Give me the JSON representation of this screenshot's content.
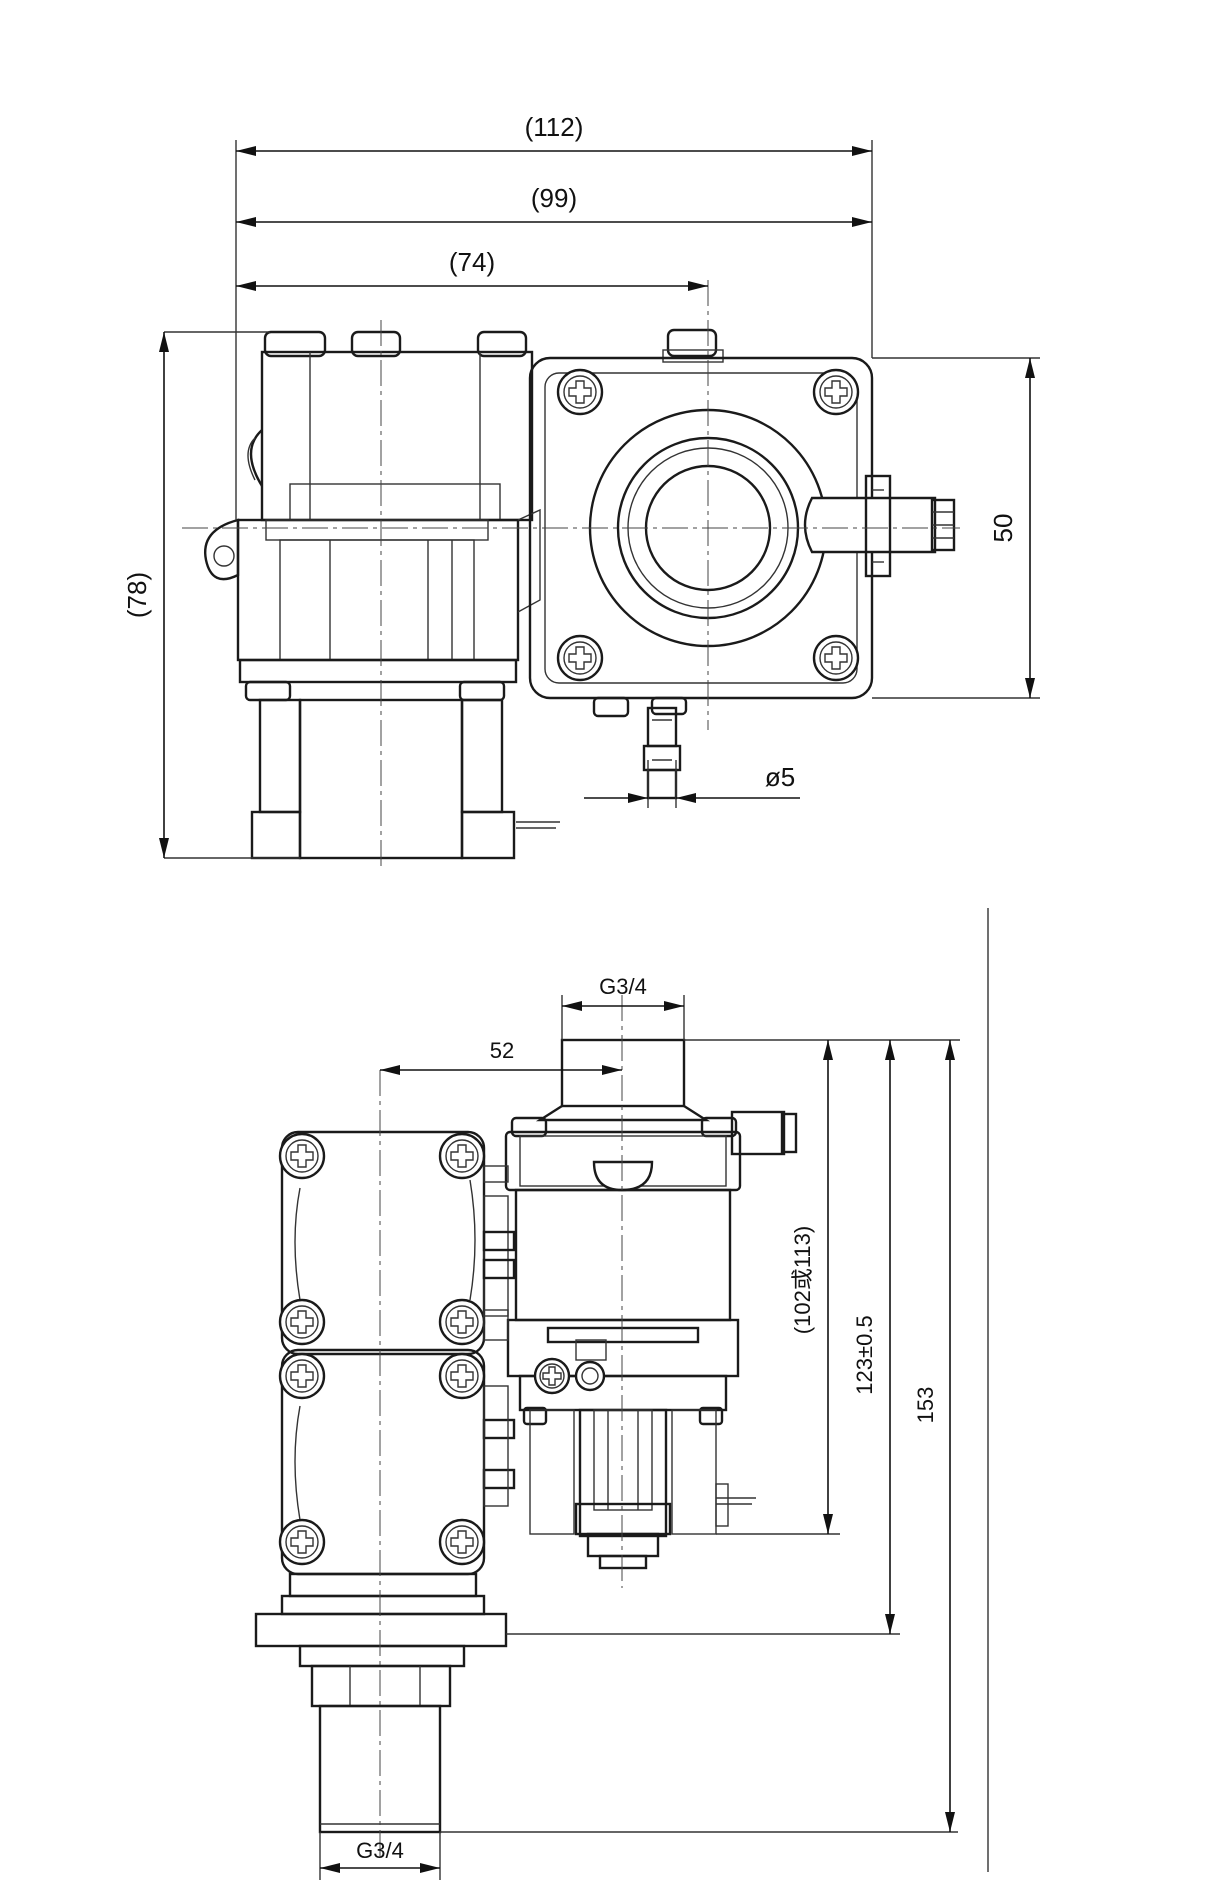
{
  "top_view": {
    "dim_112": "(112)",
    "dim_99": "(99)",
    "dim_74": "(74)",
    "dim_78": "(78)",
    "dim_50": "50",
    "dim_phi5": "ø5"
  },
  "front_view": {
    "dim_g34_top": "G3/4",
    "dim_52": "52",
    "dim_102_113": "(102或113)",
    "dim_123": "123±0.5",
    "dim_153": "153",
    "dim_g34_bottom": "G3/4"
  }
}
